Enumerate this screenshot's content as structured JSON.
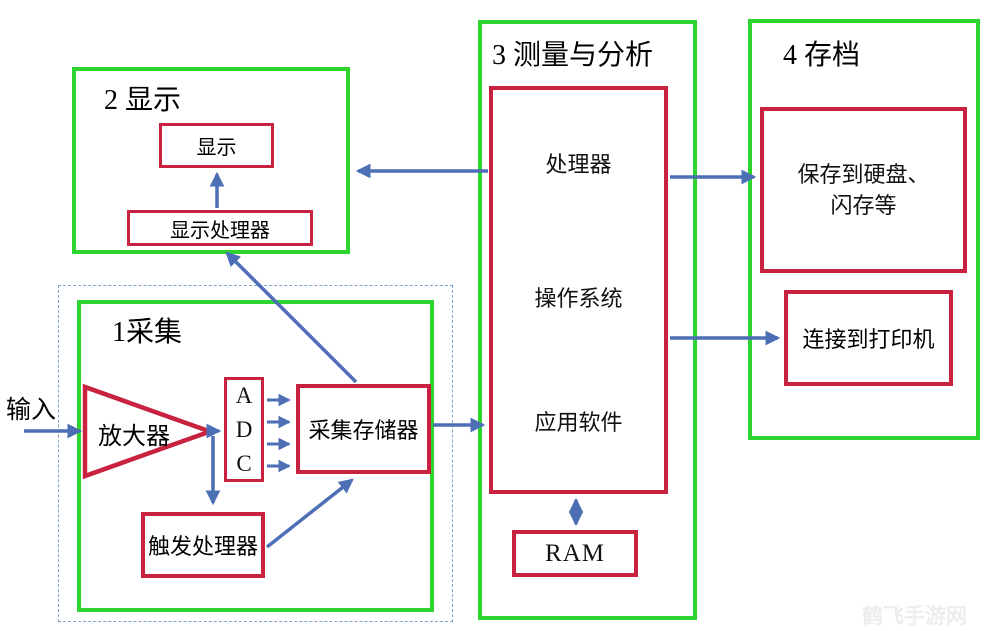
{
  "diagram": {
    "input_label": "输入",
    "watermark": "鹤飞手游网",
    "sections": {
      "acquisition": {
        "title": "1采集",
        "amplifier": "放大器",
        "adc": [
          "A",
          "D",
          "C"
        ],
        "acq_memory": "采集存储器",
        "trigger_processor": "触发处理器"
      },
      "display": {
        "title": "2 显示",
        "display": "显示",
        "display_processor": "显示处理器"
      },
      "measurement": {
        "title": "3 测量与分析",
        "processor": "处理器",
        "os": "操作系统",
        "app_software": "应用软件",
        "ram": "RAM"
      },
      "archive": {
        "title": "4 存档",
        "save_line1": "保存到硬盘、",
        "save_line2": "闪存等",
        "printer": "连接到打印机"
      }
    },
    "colors": {
      "green": "#2ED52E",
      "red": "#C92240",
      "blue": "#4C6FB5"
    }
  }
}
